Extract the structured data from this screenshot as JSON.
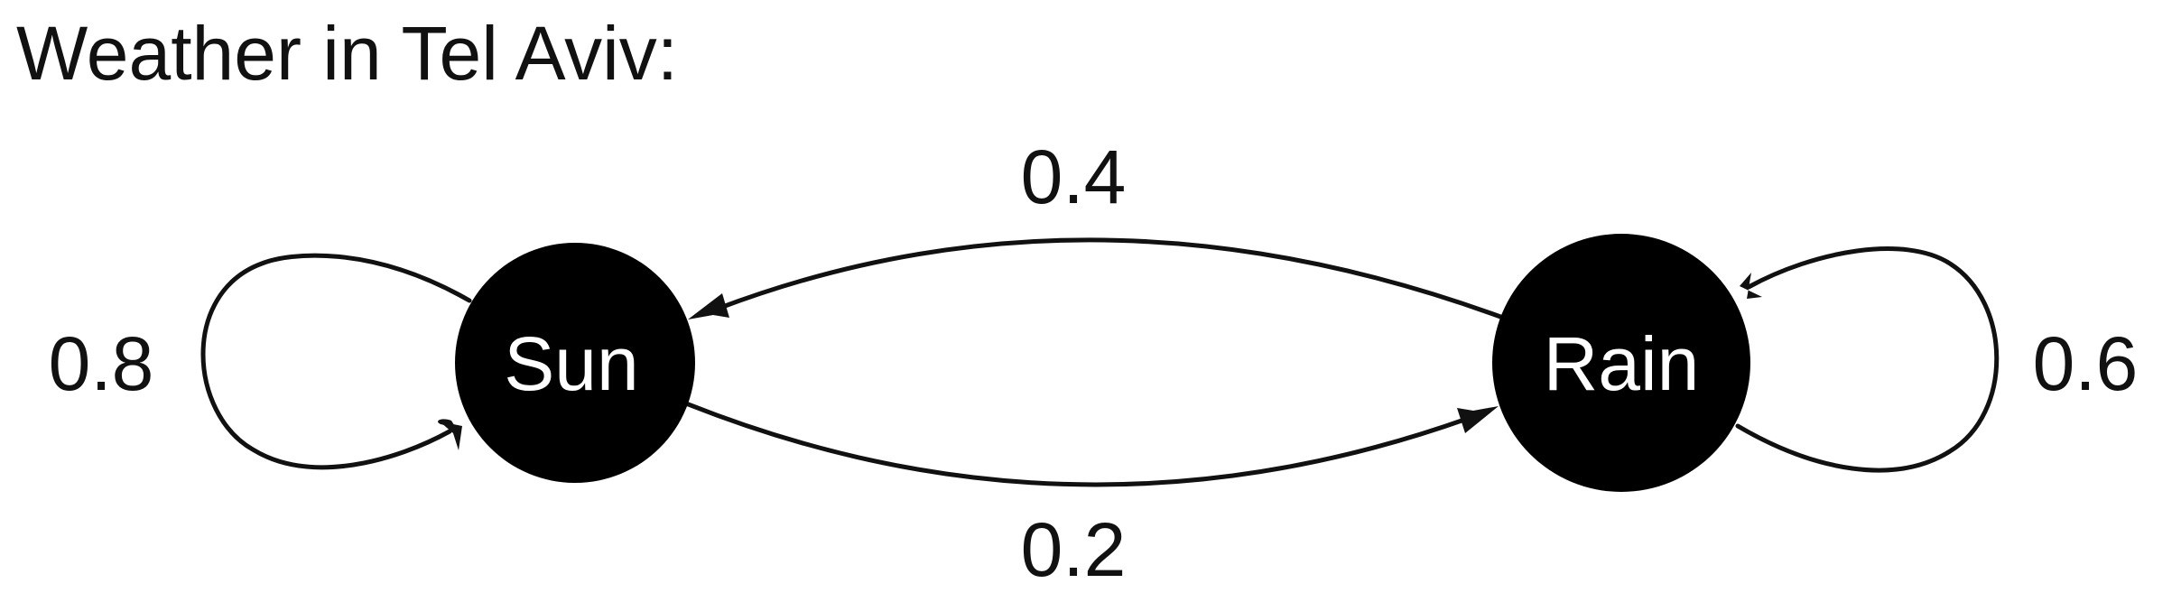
{
  "title": "Weather in Tel Aviv:",
  "nodes": [
    {
      "id": "sun",
      "label": "Sun"
    },
    {
      "id": "rain",
      "label": "Rain"
    }
  ],
  "edges": [
    {
      "from": "rain",
      "to": "sun",
      "label": "0.4"
    },
    {
      "from": "sun",
      "to": "rain",
      "label": "0.2"
    },
    {
      "from": "sun",
      "to": "sun",
      "label": "0.8"
    },
    {
      "from": "rain",
      "to": "rain",
      "label": "0.6"
    }
  ],
  "colors": {
    "node_fill": "#000000",
    "node_text": "#ffffff",
    "edge": "#111111",
    "text": "#111111",
    "background": "#ffffff"
  }
}
